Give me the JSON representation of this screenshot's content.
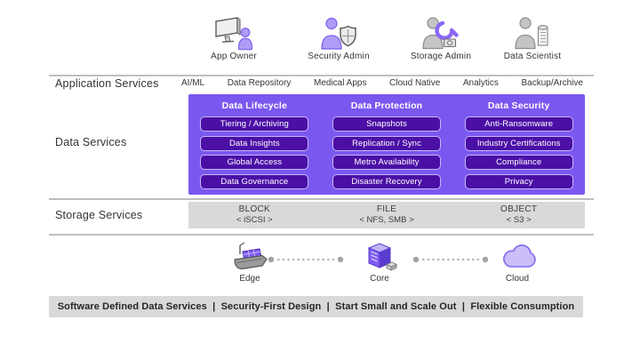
{
  "colors": {
    "panel_purple": "#7a58f0",
    "pill_purple": "#4b0fa6",
    "pill_border": "#c7b7f4",
    "panel_gray": "#d9d9d9",
    "rule_gray": "#bfbfbf",
    "accent_purple_icon": "#8a67f5"
  },
  "personas": [
    {
      "label": "App Owner"
    },
    {
      "label": "Security Admin"
    },
    {
      "label": "Storage Admin"
    },
    {
      "label": "Data Scientist"
    }
  ],
  "application_services": {
    "label": "Application Services",
    "items": [
      "AI/ML",
      "Data Repository",
      "Medical Apps",
      "Cloud Native",
      "Analytics",
      "Backup/Archive"
    ]
  },
  "data_services": {
    "label": "Data Services",
    "columns": [
      {
        "title": "Data Lifecycle",
        "items": [
          "Tiering / Archiving",
          "Data Insights",
          "Global Access",
          "Data Governance"
        ]
      },
      {
        "title": "Data Protection",
        "items": [
          "Snapshots",
          "Replication / Sync",
          "Metro Availability",
          "Disaster Recovery"
        ]
      },
      {
        "title": "Data Security",
        "items": [
          "Anti-Ransomware",
          "Industry Certifications",
          "Compliance",
          "Privacy"
        ]
      }
    ]
  },
  "storage_services": {
    "label": "Storage Services",
    "columns": [
      {
        "type": "BLOCK",
        "protocol": "< iSCSI >"
      },
      {
        "type": "FILE",
        "protocol": "< NFS, SMB >"
      },
      {
        "type": "OBJECT",
        "protocol": "< S3 >"
      }
    ]
  },
  "infrastructure": {
    "nodes": [
      {
        "label": "Edge"
      },
      {
        "label": "Core"
      },
      {
        "label": "Cloud"
      }
    ]
  },
  "footer": {
    "text": "Software Defined Data Services  |  Security-First Design  |  Start Small and Scale Out  |  Flexible Consumption"
  }
}
